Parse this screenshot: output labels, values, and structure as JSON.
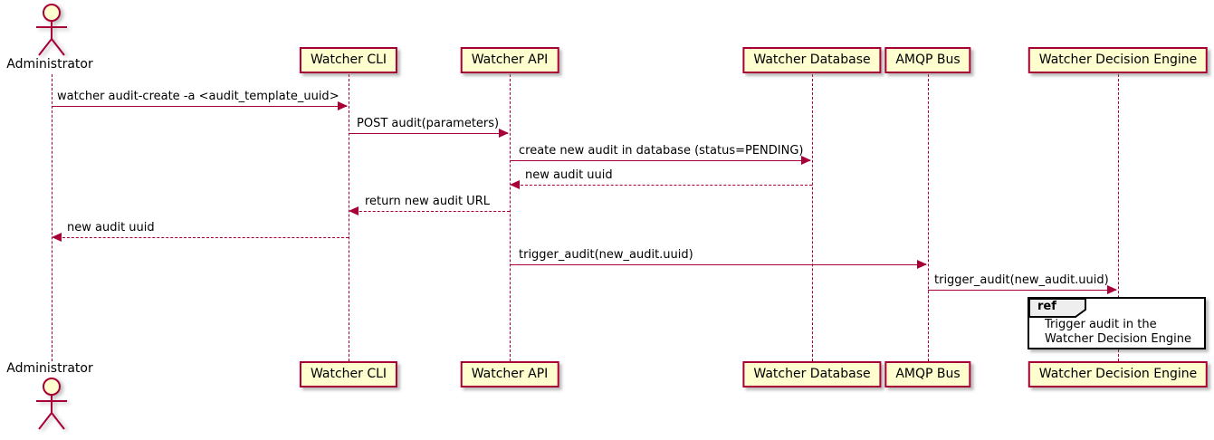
{
  "diagram": {
    "type": "sequence",
    "colors": {
      "participant_fill": "#FEFECE",
      "participant_border": "#A80036",
      "line": "#A80036",
      "text": "#000000",
      "ref_tab_fill": "#EEEEEE",
      "ref_border": "#000000"
    },
    "actor": {
      "label": "Administrator"
    },
    "participants": [
      {
        "id": "watcher-cli",
        "label": "Watcher CLI"
      },
      {
        "id": "watcher-api",
        "label": "Watcher API"
      },
      {
        "id": "watcher-database",
        "label": "Watcher Database"
      },
      {
        "id": "amqp-bus",
        "label": "AMQP Bus"
      },
      {
        "id": "watcher-decision-engine",
        "label": "Watcher Decision Engine"
      }
    ],
    "messages": [
      {
        "from": "Administrator",
        "to": "Watcher CLI",
        "style": "solid",
        "label": "watcher audit-create -a <audit_template_uuid>"
      },
      {
        "from": "Watcher CLI",
        "to": "Watcher API",
        "style": "solid",
        "label": "POST audit(parameters)"
      },
      {
        "from": "Watcher API",
        "to": "Watcher Database",
        "style": "solid",
        "label": "create new audit in database (status=PENDING)"
      },
      {
        "from": "Watcher Database",
        "to": "Watcher API",
        "style": "dashed",
        "label": "new audit uuid"
      },
      {
        "from": "Watcher API",
        "to": "Watcher CLI",
        "style": "dashed",
        "label": "return new audit URL"
      },
      {
        "from": "Watcher CLI",
        "to": "Administrator",
        "style": "dashed",
        "label": "new audit uuid"
      },
      {
        "from": "Watcher API",
        "to": "AMQP Bus",
        "style": "solid",
        "label": "trigger_audit(new_audit.uuid)"
      },
      {
        "from": "AMQP Bus",
        "to": "Watcher Decision Engine",
        "style": "solid",
        "label": "trigger_audit(new_audit.uuid)"
      }
    ],
    "ref": {
      "keyword": "ref",
      "target": "Watcher Decision Engine",
      "line1": "Trigger audit in the",
      "line2": "Watcher Decision Engine"
    }
  }
}
